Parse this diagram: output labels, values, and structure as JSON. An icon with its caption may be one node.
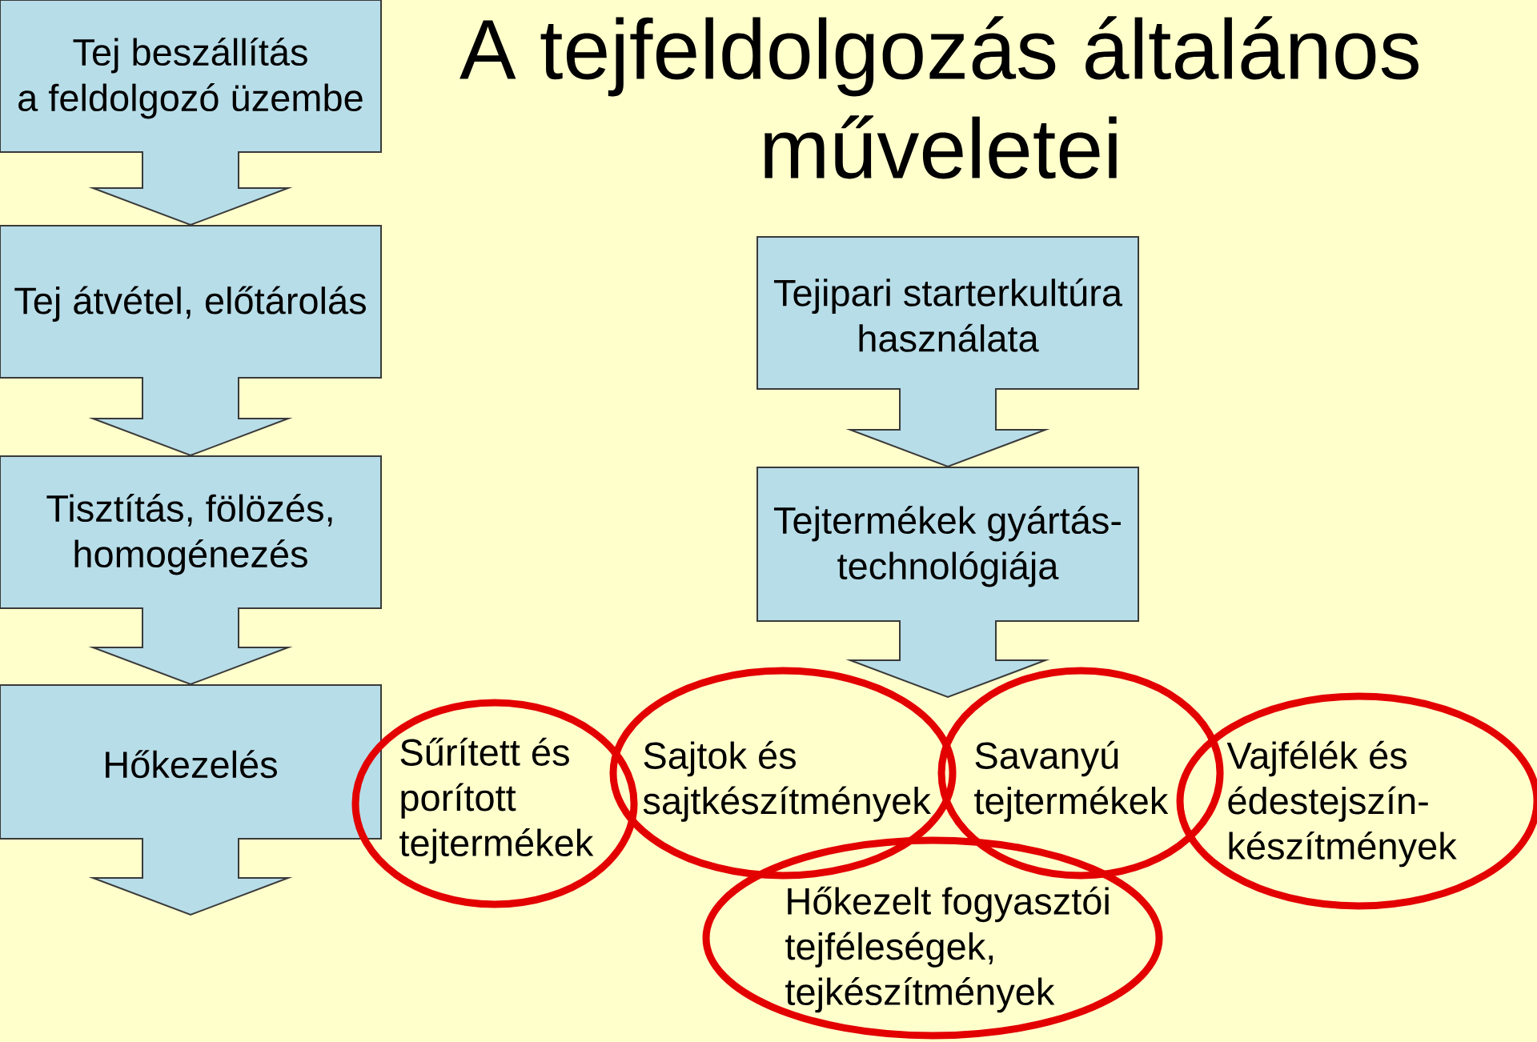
{
  "diagram": {
    "title": "A tejfeldolgozás általános műveletei",
    "nodes": [
      {
        "text": [
          "Tej beszállítás a feldolgozó üzembe"
        ]
      },
      {
        "text": [
          "Tej átvétel, előtárolás"
        ]
      },
      {
        "text": [
          "Tisztítás, fölözés, homogénezés"
        ]
      },
      {
        "text": [
          "Hőkezelés"
        ]
      },
      {
        "text": [
          "Tejipari starterkultúra használata"
        ]
      },
      {
        "text": [
          "Tejtermékek gyártás-technológiája"
        ]
      },
      {
        "text": [
          "Sűrített és porított tejtermékek"
        ]
      },
      {
        "text": [
          "Sajtok és sajtkészítmények"
        ]
      },
      {
        "text": [
          "Savanyú tejtermékek"
        ]
      },
      {
        "text": [
          "Vajfélék és édestejszín-készítmények"
        ]
      },
      {
        "text": [
          "Hőkezelt fogyasztói tejféleségek, tejkészítmények"
        ]
      }
    ],
    "edges": [
      {
        "from": 0,
        "to": 1,
        "arrow": "to"
      },
      {
        "from": 1,
        "to": 2,
        "arrow": "to"
      },
      {
        "from": 2,
        "to": 3,
        "arrow": "to"
      },
      {
        "from": 3,
        "to": null,
        "arrow": "to"
      },
      {
        "from": 4,
        "to": 5,
        "arrow": "to"
      },
      {
        "from": 5,
        "to": null,
        "arrow": "to"
      }
    ]
  }
}
